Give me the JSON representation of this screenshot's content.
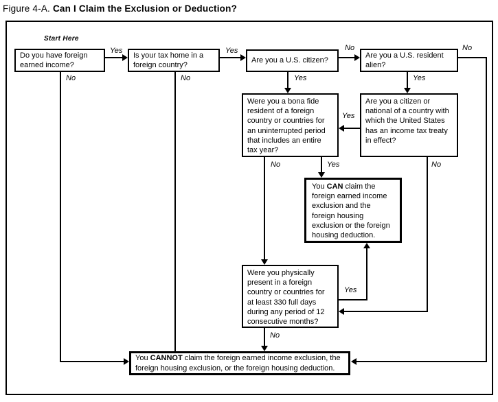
{
  "title": {
    "prefix": "Figure 4-A.",
    "main": "Can I Claim the Exclusion or Deduction?"
  },
  "labels": {
    "start_here": "Start Here",
    "yes": "Yes",
    "no": "No"
  },
  "nodes": {
    "foreign_income": {
      "text": "Do you have foreign earned income?"
    },
    "tax_home": {
      "text": "Is your tax home in a foreign country?"
    },
    "us_citizen": {
      "text": "Are you a U.S. citizen?"
    },
    "resident_alien": {
      "text": "Are you a U.S. resident alien?"
    },
    "bona_fide": {
      "text": "Were you a bona fide resident of a foreign country or countries for an uninterrupted period that includes an entire tax year?"
    },
    "treaty": {
      "text": "Are you a citizen or national of a country with which the United States has an income tax treaty in effect?"
    },
    "physical_presence": {
      "text": "Were you physically present in a foreign country or countries for at least 330 full days during any period of 12 consecutive months?"
    },
    "outcome_can": {
      "pre": "You ",
      "emphasis": "CAN",
      "post": " claim the foreign earned income exclusion and the foreign housing exclusion or the foreign housing deduction."
    },
    "outcome_cannot": {
      "pre": "You ",
      "emphasis": "CANNOT",
      "post": " claim the foreign earned income exclusion, the foreign housing exclusion, or the foreign housing deduction."
    }
  },
  "colors": {
    "line": "#000000",
    "box_background": "#ffffff",
    "text": "#000000"
  }
}
